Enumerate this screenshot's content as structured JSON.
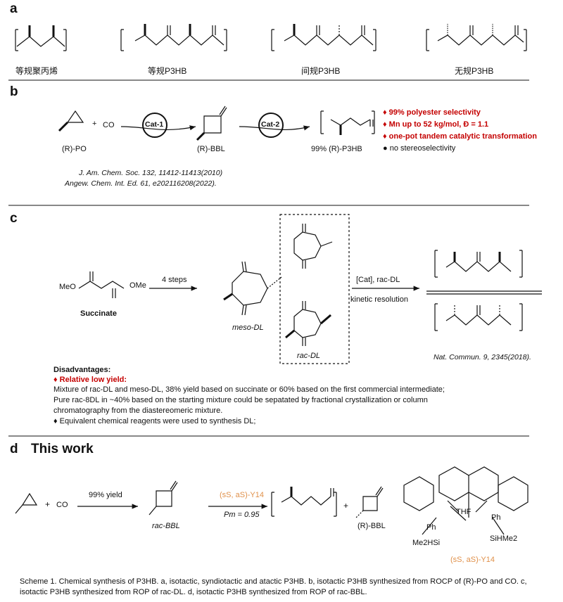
{
  "sections": {
    "a": {
      "letter": "a",
      "labels": [
        "等规聚丙烯",
        "等规P3HB",
        "间规P3HB",
        "无规P3HB"
      ]
    },
    "b": {
      "letter": "b",
      "reagent_co": "CO",
      "cat1": "Cat-1",
      "cat2": "Cat-2",
      "label_po": "(R)-PO",
      "label_bbl": "(R)-BBL",
      "label_p3hb": "99% (R)-P3HB",
      "bullets": [
        "99% polyester selectivity",
        "Mn up to 52 kg/mol, Đ = 1.1",
        "one-pot tandem catalytic transformation",
        "no stereoselectivity"
      ],
      "refs": [
        "J. Am. Chem. Soc. 132, 11412-11413(2010)",
        "Angew. Chem. Int. Ed. 61, e202116208(2022)."
      ]
    },
    "c": {
      "letter": "c",
      "succinate_label": "Succinate",
      "meo_left": "MeO",
      "ome_right": "OMe",
      "steps": "4 steps",
      "meso_label": "meso-DL",
      "rac_label": "rac-DL",
      "conditions_1": "[Cat], rac-DL",
      "conditions_2": "kinetic resolution",
      "ref": "Nat. Commun. 9, 2345(2018).",
      "disadvantages_title": "Disadvantages:",
      "disadvantage_items": [
        "Relative low yield:",
        "Mixture of rac-DL and meso-DL, 38% yield based on succinate or 60% based on the first commercial intermediate;",
        "Pure rac-8DL in ~40% based on the starting mixture could be sepatated by fractional crystallization or column",
        "chromatography from the diastereomeric mixture.",
        "Equivalent chemical reagents were used to synthesis DL;"
      ]
    },
    "d": {
      "letter": "d",
      "title": "This work",
      "co": "CO",
      "yield": "99% yield",
      "rac_bbl": "rac-BBL",
      "catalyst": "(sS, aS)-Y14",
      "pm": "Pm = 0.95",
      "r_bbl": "(R)-BBL",
      "catalyst_label": "(sS, aS)-Y14",
      "thf": "THF",
      "ph": "Ph",
      "sihme2": "SiHMe2",
      "me2hsi": "Me2HSi"
    }
  },
  "caption": "Scheme 1. Chemical synthesis of P3HB. a, isotactic, syndiotactic and atactic P3HB. b, isotactic P3HB synthesized from ROCP of (R)-PO and CO. c, isotactic P3HB synthesized from ROP of rac-DL. d, isotactic P3HB synthesized from ROP of rac-BBL."
}
